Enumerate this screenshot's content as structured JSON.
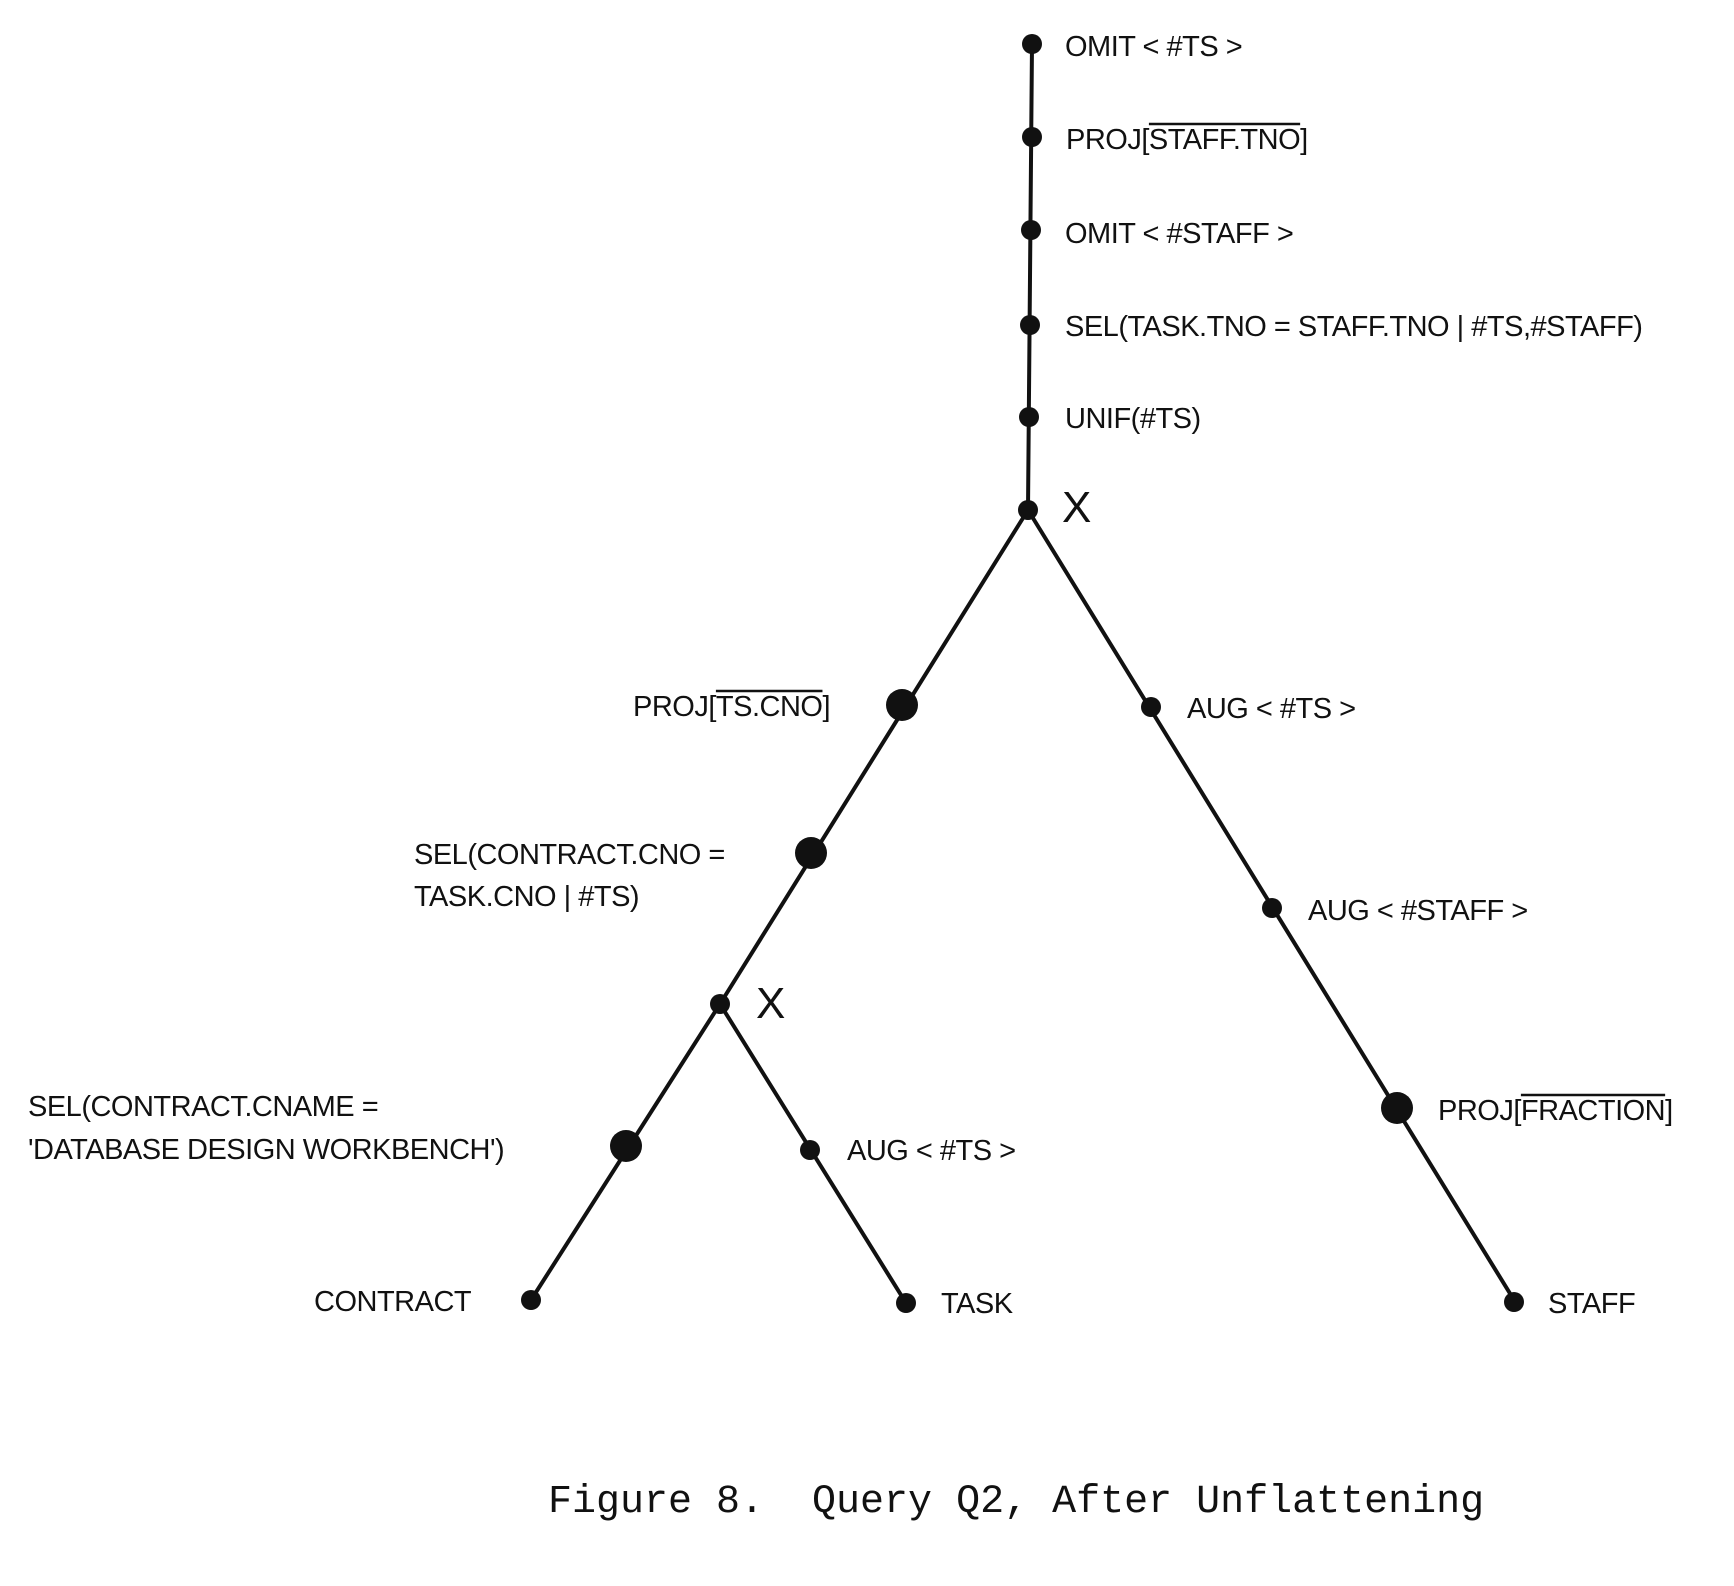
{
  "nodes": {
    "omit_ts": "OMIT < #TS >",
    "proj_staff_tno_prefix": "PROJ[",
    "proj_staff_tno_attr": "STAFF.TNO",
    "proj_staff_tno_suffix": "]",
    "omit_staff": "OMIT < #STAFF >",
    "sel_task_staff": "SEL(TASK.TNO = STAFF.TNO | #TS,#STAFF)",
    "unif_ts": "UNIF(#TS)",
    "join_top": "X",
    "proj_ts_cno_prefix": "PROJ[",
    "proj_ts_cno_attr": "TS.CNO",
    "proj_ts_cno_suffix": "]",
    "aug_ts_right": "AUG < #TS >",
    "sel_contract_cno_line1": "SEL(CONTRACT.CNO =",
    "sel_contract_cno_line2": "TASK.CNO | #TS)",
    "aug_staff": "AUG < #STAFF >",
    "join_bottom": "X",
    "sel_cname_line1": "SEL(CONTRACT.CNAME =",
    "sel_cname_line2": "'DATABASE DESIGN WORKBENCH')",
    "aug_ts_left": "AUG < #TS >",
    "proj_fraction_prefix": "PROJ[",
    "proj_fraction_attr": "FRACTION",
    "proj_fraction_suffix": "]",
    "contract": "CONTRACT",
    "task": "TASK",
    "staff": "STAFF"
  },
  "caption": "Figure 8.  Query Q2, After Unflattening"
}
